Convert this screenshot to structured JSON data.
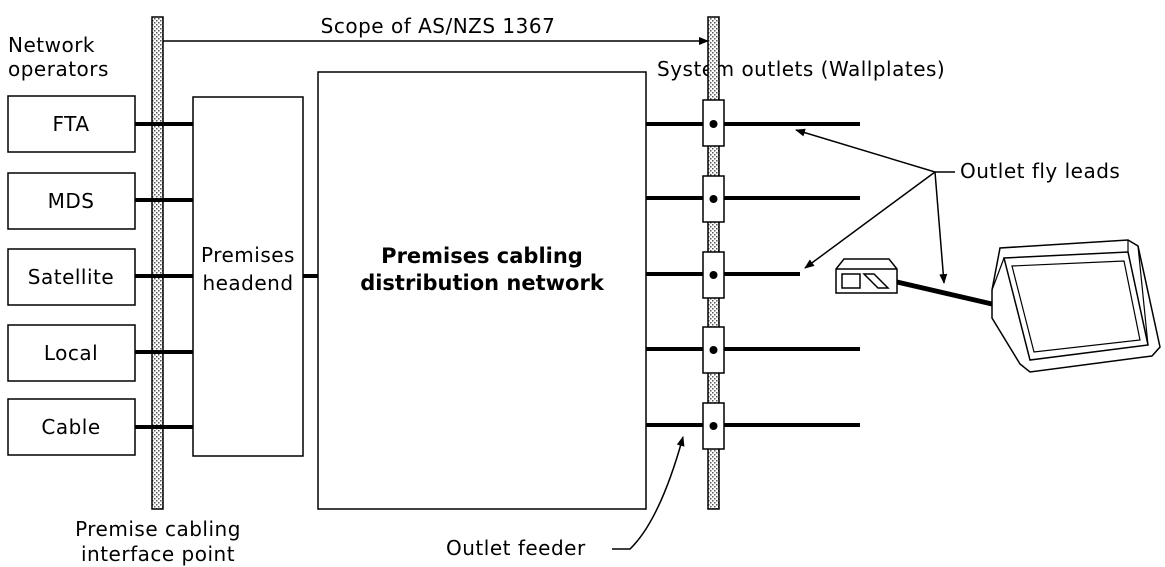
{
  "header": {
    "scope_label": "Scope of AS/NZS 1367",
    "network_operators_line1": "Network",
    "network_operators_line2": "operators",
    "system_outlets": "System outlets (Wallplates)"
  },
  "operators": [
    {
      "label": "FTA"
    },
    {
      "label": "MDS"
    },
    {
      "label": "Satellite"
    },
    {
      "label": "Local"
    },
    {
      "label": "Cable"
    }
  ],
  "headend": {
    "line1": "Premises",
    "line2": "headend"
  },
  "distribution": {
    "line1": "Premises cabling",
    "line2": "distribution network"
  },
  "annotations": {
    "outlet_fly_leads": "Outlet fly leads",
    "outlet_feeder": "Outlet feeder",
    "interface_line1": "Premise cabling",
    "interface_line2": "interface point"
  },
  "colors": {
    "ink": "#000000",
    "stipple": "#b0b0b0",
    "paper": "#ffffff"
  }
}
